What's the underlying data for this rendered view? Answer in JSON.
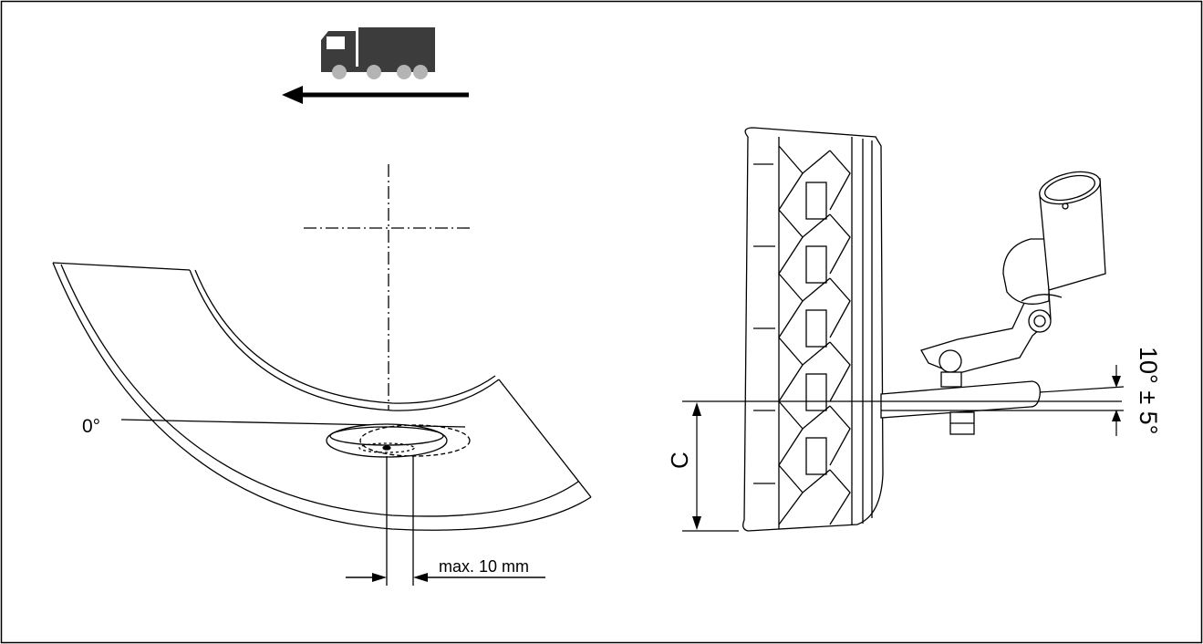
{
  "labels": {
    "zero_angle": "0°",
    "max_offset": "max. 10 mm",
    "dimension_c": "C",
    "tilt_angle": "10° ± 5°"
  },
  "icons": {
    "vehicle": "truck-icon",
    "direction": "arrow-left-icon"
  },
  "colors": {
    "truck_body": "#3c3c3c",
    "truck_wheels": "#b4b4b4",
    "line": "#000000",
    "background": "#ffffff"
  }
}
